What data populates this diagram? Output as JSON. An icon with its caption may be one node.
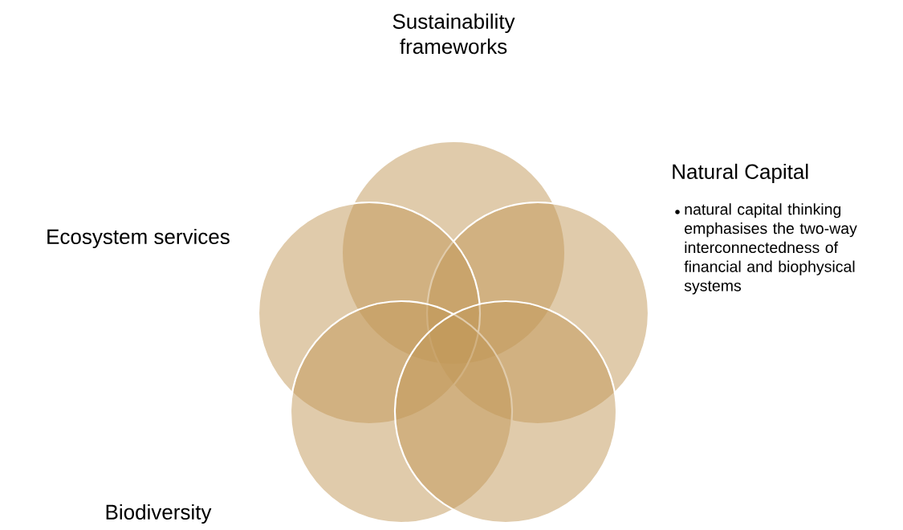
{
  "diagram": {
    "nodes": [
      {
        "text": [],
        "shape": "circle"
      },
      {
        "text": [],
        "shape": "circle"
      },
      {
        "text": [],
        "shape": "circle"
      },
      {
        "text": [],
        "shape": "circle"
      },
      {
        "text": [],
        "shape": "circle"
      }
    ],
    "labels": [
      "Sustainability frameworks",
      "Natural Capital",
      "natural capital thinking emphasises the two-way interconnectedness of financial and biophysical systems",
      "Ecosystem services",
      "Biodiversity"
    ]
  }
}
